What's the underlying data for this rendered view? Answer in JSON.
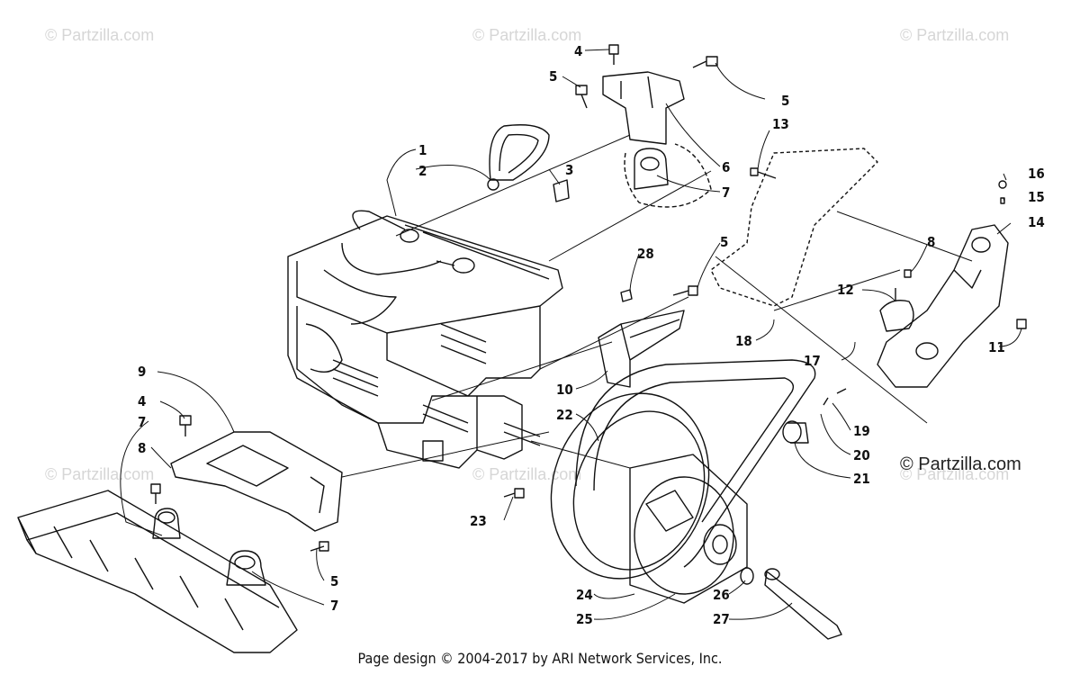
{
  "watermarks": [
    "© Partzilla.com",
    "© Partzilla.com",
    "© Partzilla.com",
    "© Partzilla.com",
    "© Partzilla.com",
    "© Partzilla.com"
  ],
  "brand": "© Partzilla.com",
  "footer": "Page design © 2004-2017 by ARI Network Services, Inc.",
  "callouts": [
    "1",
    "2",
    "3",
    "4",
    "5",
    "5",
    "6",
    "7",
    "13",
    "16",
    "15",
    "14",
    "8",
    "5",
    "28",
    "12",
    "18",
    "17",
    "11",
    "9",
    "4",
    "7",
    "8",
    "10",
    "22",
    "19",
    "20",
    "21",
    "23",
    "5",
    "7",
    "24",
    "25",
    "26",
    "27"
  ],
  "colors": {
    "line": "#111111",
    "watermark": "#d6d6d6",
    "background": "#ffffff"
  }
}
